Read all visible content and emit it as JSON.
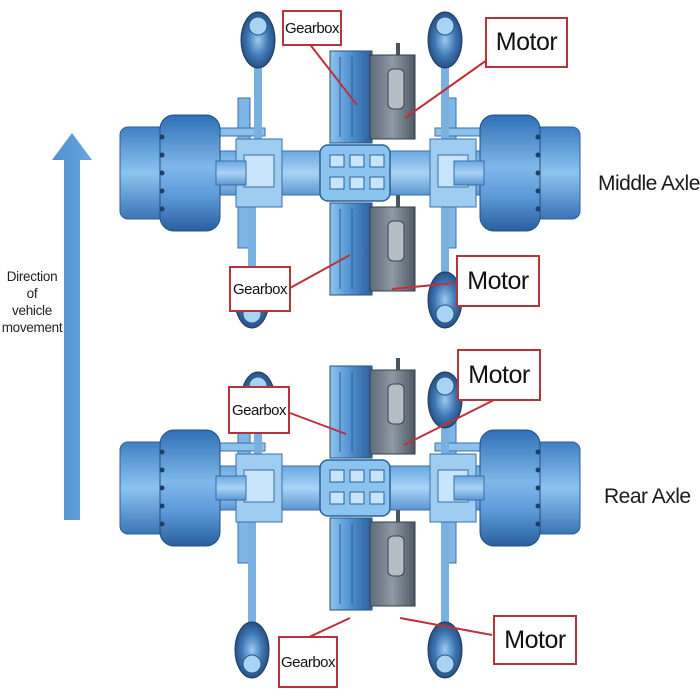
{
  "diagram": {
    "title": "Dual-motor drive axle layout",
    "direction_label": [
      "Direction",
      "of",
      "vehicle",
      "movement"
    ],
    "arrow_color": "#5b9bd5",
    "callout_color": "#b5333a",
    "metal_color": "#4f8fcf",
    "axles": [
      {
        "name": "Middle Axle",
        "callouts": [
          {
            "label": "Gearbox",
            "position": "top-left"
          },
          {
            "label": "Motor",
            "position": "top-right"
          },
          {
            "label": "Gearbox",
            "position": "bottom-left"
          },
          {
            "label": "Motor",
            "position": "bottom-right"
          }
        ]
      },
      {
        "name": "Rear Axle",
        "callouts": [
          {
            "label": "Gearbox",
            "position": "top-left"
          },
          {
            "label": "Motor",
            "position": "top-right"
          },
          {
            "label": "Gearbox",
            "position": "bottom-left"
          },
          {
            "label": "Motor",
            "position": "bottom-right"
          }
        ]
      }
    ]
  }
}
